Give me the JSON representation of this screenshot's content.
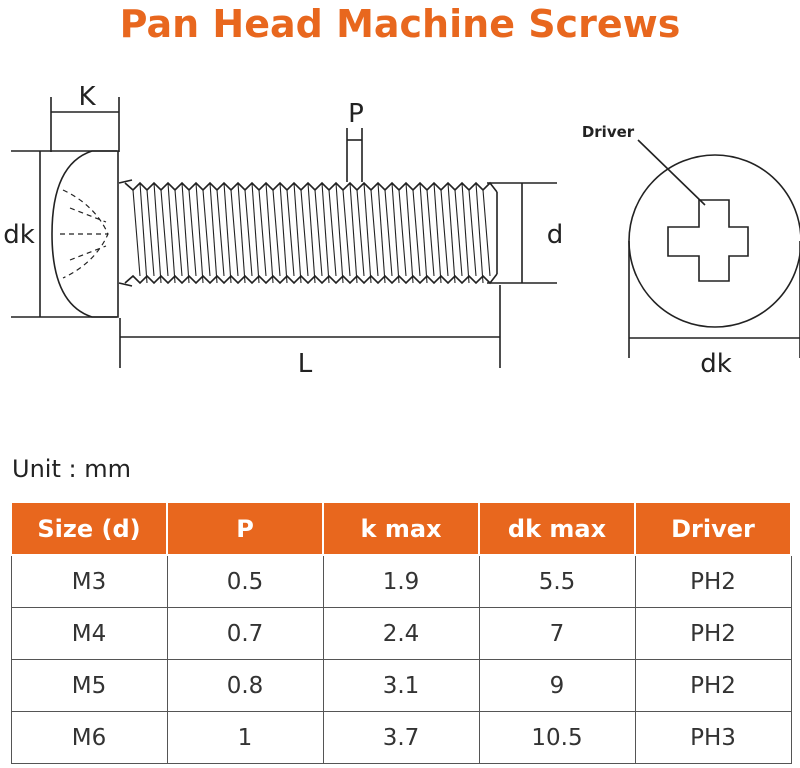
{
  "title": "Pan Head Machine Screws",
  "diagram": {
    "labels": {
      "K": "K",
      "P": "P",
      "dk_side": "dk",
      "d": "d",
      "L": "L",
      "driver": "Driver",
      "dk_top": "dk"
    }
  },
  "unit_label": "Unit : mm",
  "table": {
    "headers": [
      "Size (d)",
      "P",
      "k max",
      "dk max",
      "Driver"
    ],
    "rows": [
      [
        "M3",
        "0.5",
        "1.9",
        "5.5",
        "PH2"
      ],
      [
        "M4",
        "0.7",
        "2.4",
        "7",
        "PH2"
      ],
      [
        "M5",
        "0.8",
        "3.1",
        "9",
        "PH2"
      ],
      [
        "M6",
        "1",
        "3.7",
        "10.5",
        "PH3"
      ]
    ]
  },
  "colors": {
    "accent": "#e8671e",
    "line": "#222222"
  }
}
